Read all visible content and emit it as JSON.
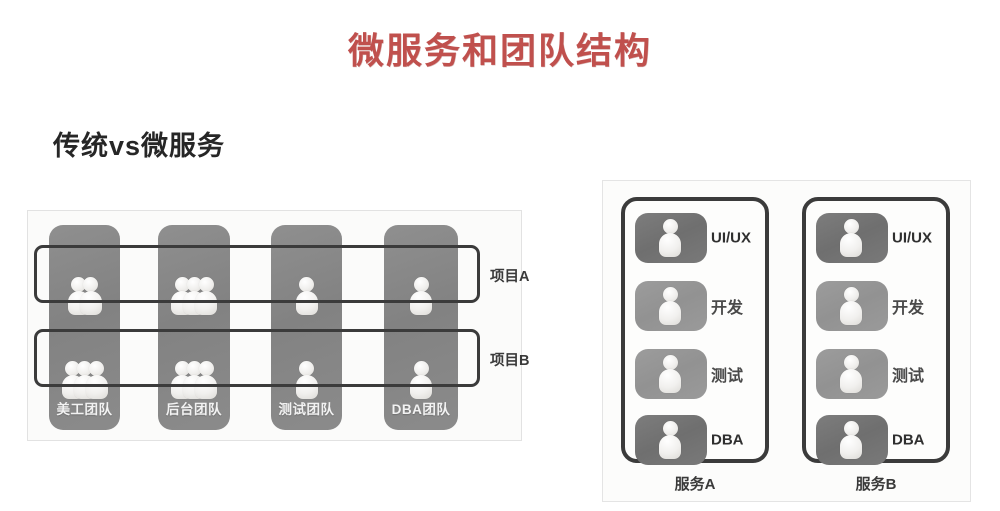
{
  "slide": {
    "title": "微服务和团队结构",
    "subtitle": "传统vs微服务",
    "title_color": "#c0504d",
    "subtitle_color": "#262626"
  },
  "left_diagram": {
    "name": "traditional-team-structure",
    "columns": [
      {
        "label": "美工团队",
        "people_row_a": 2,
        "people_row_b": 3
      },
      {
        "label": "后台团队",
        "people_row_a": 3,
        "people_row_b": 3
      },
      {
        "label": "测试团队",
        "people_row_a": 1,
        "people_row_b": 1
      },
      {
        "label": "DBA团队",
        "people_row_a": 1,
        "people_row_b": 1
      }
    ],
    "projects": [
      {
        "label": "项目A"
      },
      {
        "label": "项目B"
      }
    ]
  },
  "right_diagram": {
    "name": "microservice-team-structure",
    "services": [
      {
        "caption": "服务A",
        "roles": [
          {
            "label": "UI/UX",
            "shade": "dark",
            "cjk": false
          },
          {
            "label": "开发",
            "shade": "light",
            "cjk": true
          },
          {
            "label": "测试",
            "shade": "light",
            "cjk": true
          },
          {
            "label": "DBA",
            "shade": "dark",
            "cjk": false
          }
        ]
      },
      {
        "caption": "服务B",
        "roles": [
          {
            "label": "UI/UX",
            "shade": "dark",
            "cjk": false
          },
          {
            "label": "开发",
            "shade": "light",
            "cjk": true
          },
          {
            "label": "测试",
            "shade": "light",
            "cjk": true
          },
          {
            "label": "DBA",
            "shade": "dark",
            "cjk": false
          }
        ]
      }
    ]
  }
}
